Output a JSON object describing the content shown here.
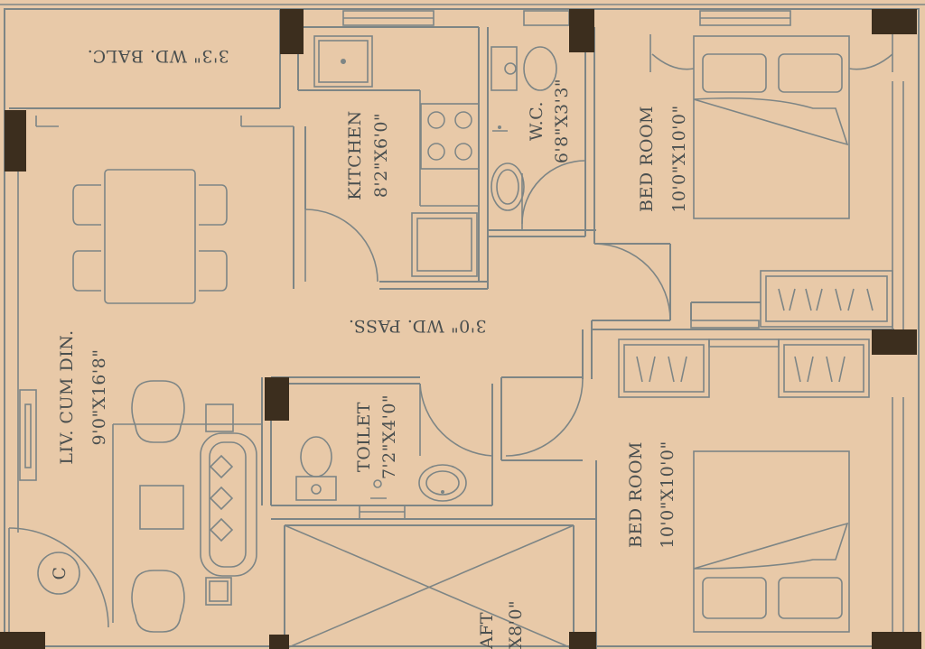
{
  "colors": {
    "background": "#e8c9a8",
    "line": "#7d8585",
    "column": "#3c2e1e",
    "text": "#4a4f4f"
  },
  "rooms": {
    "balcony": {
      "name": "3'3\" WD. BALC.",
      "size": ""
    },
    "kitchen": {
      "name": "KITCHEN",
      "size": "8'2\"X6'0\""
    },
    "wc": {
      "name": "W.C.",
      "size": "6'8\"X3'3\""
    },
    "bedroom1": {
      "name": "BED ROOM",
      "size": "10'0\"X10'0\""
    },
    "passage": {
      "name": "3'0\" WD. PASS.",
      "size": ""
    },
    "living": {
      "name": "LIV. CUM DIN.",
      "size": "9'0\"X16'8\""
    },
    "toilet": {
      "name": "TOILET",
      "size": "7'2\"X4'0\""
    },
    "bedroom2": {
      "name": "BED ROOM",
      "size": "10'0\"X10'0\""
    },
    "shaft": {
      "name": "AFT",
      "size": "X8'0\""
    }
  },
  "symbols": {
    "cupboard": "C"
  }
}
